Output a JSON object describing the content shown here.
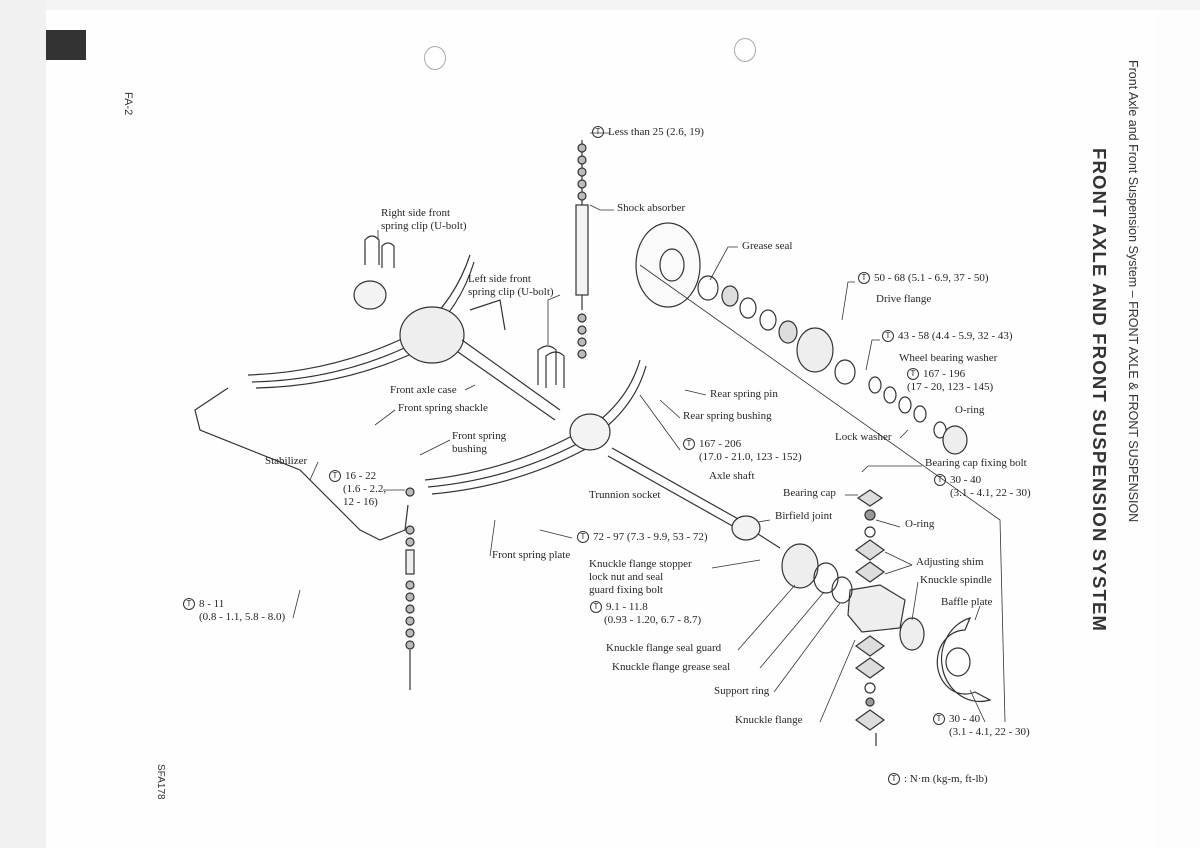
{
  "header": {
    "section": "Front Axle and Front Suspension System – FRONT AXLE & FRONT SUSPENSION",
    "title": "FRONT AXLE AND FRONT SUSPENSION SYSTEM",
    "page_number": "FA-2",
    "figure_code": "SFA178"
  },
  "legend": {
    "icon": "torque-circled-t-icon",
    "symbol": "T",
    "text": ": N·m (kg-m, ft-lb)"
  },
  "labels": {
    "shock_torque": "Less than 25 (2.6, 19)",
    "shock_absorber": "Shock absorber",
    "right_clip_1": "Right side front",
    "right_clip_2": "spring clip (U-bolt)",
    "left_clip_1": "Left side front",
    "left_clip_2": "spring clip (U-bolt)",
    "grease_seal": "Grease seal",
    "drive_flange_torque": "50 - 68 (5.1 - 6.9, 37 - 50)",
    "drive_flange": "Drive flange",
    "washer_torque": "43 - 58 (4.4 - 5.9, 32 - 43)",
    "wheel_bearing_washer": "Wheel bearing washer",
    "lock_torque_1": "167 - 196",
    "lock_torque_2": "(17 - 20, 123 - 145)",
    "o_ring_hub": "O-ring",
    "front_axle_case": "Front axle case",
    "rear_spring_pin": "Rear spring pin",
    "front_spring_shackle": "Front spring shackle",
    "rear_spring_bushing": "Rear spring bushing",
    "front_spring_bushing_1": "Front spring",
    "front_spring_bushing_2": "bushing",
    "lock_washer": "Lock washer",
    "pin_torque_1": "167 - 206",
    "pin_torque_2": "(17.0 - 21.0, 123 - 152)",
    "stabilizer": "Stabilizer",
    "stab_torque_1": "16 - 22",
    "stab_torque_2": "(1.6 - 2.2,",
    "stab_torque_3": "12 - 16)",
    "bearing_cap_fixing_bolt": "Bearing cap fixing bolt",
    "cap_torque_1": "30 - 40",
    "cap_torque_2": "(3.1 - 4.1, 22 - 30)",
    "axle_shaft": "Axle shaft",
    "trunnion_socket": "Trunnion socket",
    "bearing_cap": "Bearing cap",
    "birfield_joint": "Birfield joint",
    "o_ring_cap": "O-ring",
    "plate_torque": "72 - 97 (7.3 - 9.9, 53 - 72)",
    "front_spring_plate": "Front spring plate",
    "adjusting_shim": "Adjusting shim",
    "stopper_1": "Knuckle flange stopper",
    "stopper_2": "lock nut and seal",
    "stopper_3": "guard fixing bolt",
    "knuckle_spindle": "Knuckle spindle",
    "baffle_plate": "Baffle plate",
    "stopper_torque_1": "9.1 - 11.8",
    "stopper_torque_2": "(0.93 - 1.20, 6.7 - 8.7)",
    "bracket_torque_1": "8 - 11",
    "bracket_torque_2": "(0.8 - 1.1, 5.8 - 8.0)",
    "seal_guard": "Knuckle flange seal guard",
    "grease_seal_knuckle": "Knuckle flange grease seal",
    "support_ring": "Support ring",
    "knuckle_flange": "Knuckle flange",
    "baffle_torque_1": "30 - 40",
    "baffle_torque_2": "(3.1 - 4.1, 22 - 30)"
  }
}
